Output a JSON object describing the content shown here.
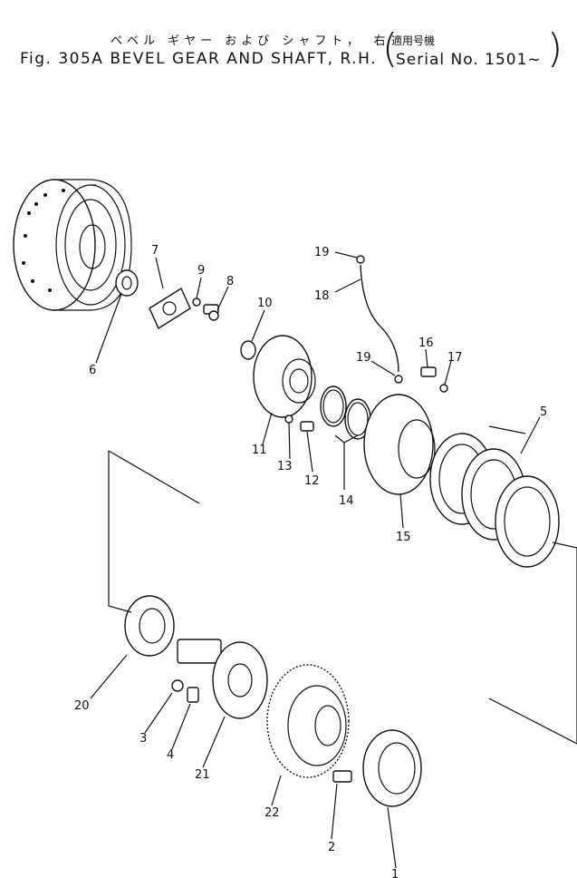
{
  "header": {
    "title_jp": "ベベル ギヤー および シャフト，　右",
    "title_en": "Fig. 305A BEVEL GEAR AND SHAFT, R.H.",
    "serial_jp": "適用号機",
    "serial": "Serial No. 1501~"
  },
  "callouts": {
    "c1": "1",
    "c2": "2",
    "c3": "3",
    "c4": "4",
    "c5": "5",
    "c6": "6",
    "c7": "7",
    "c8": "8",
    "c9": "9",
    "c10": "10",
    "c11": "11",
    "c12": "12",
    "c13": "13",
    "c14": "14",
    "c15": "15",
    "c16": "16",
    "c17": "17",
    "c18": "18",
    "c19a": "19",
    "c19b": "19",
    "c20": "20",
    "c21": "21",
    "c22": "22"
  }
}
